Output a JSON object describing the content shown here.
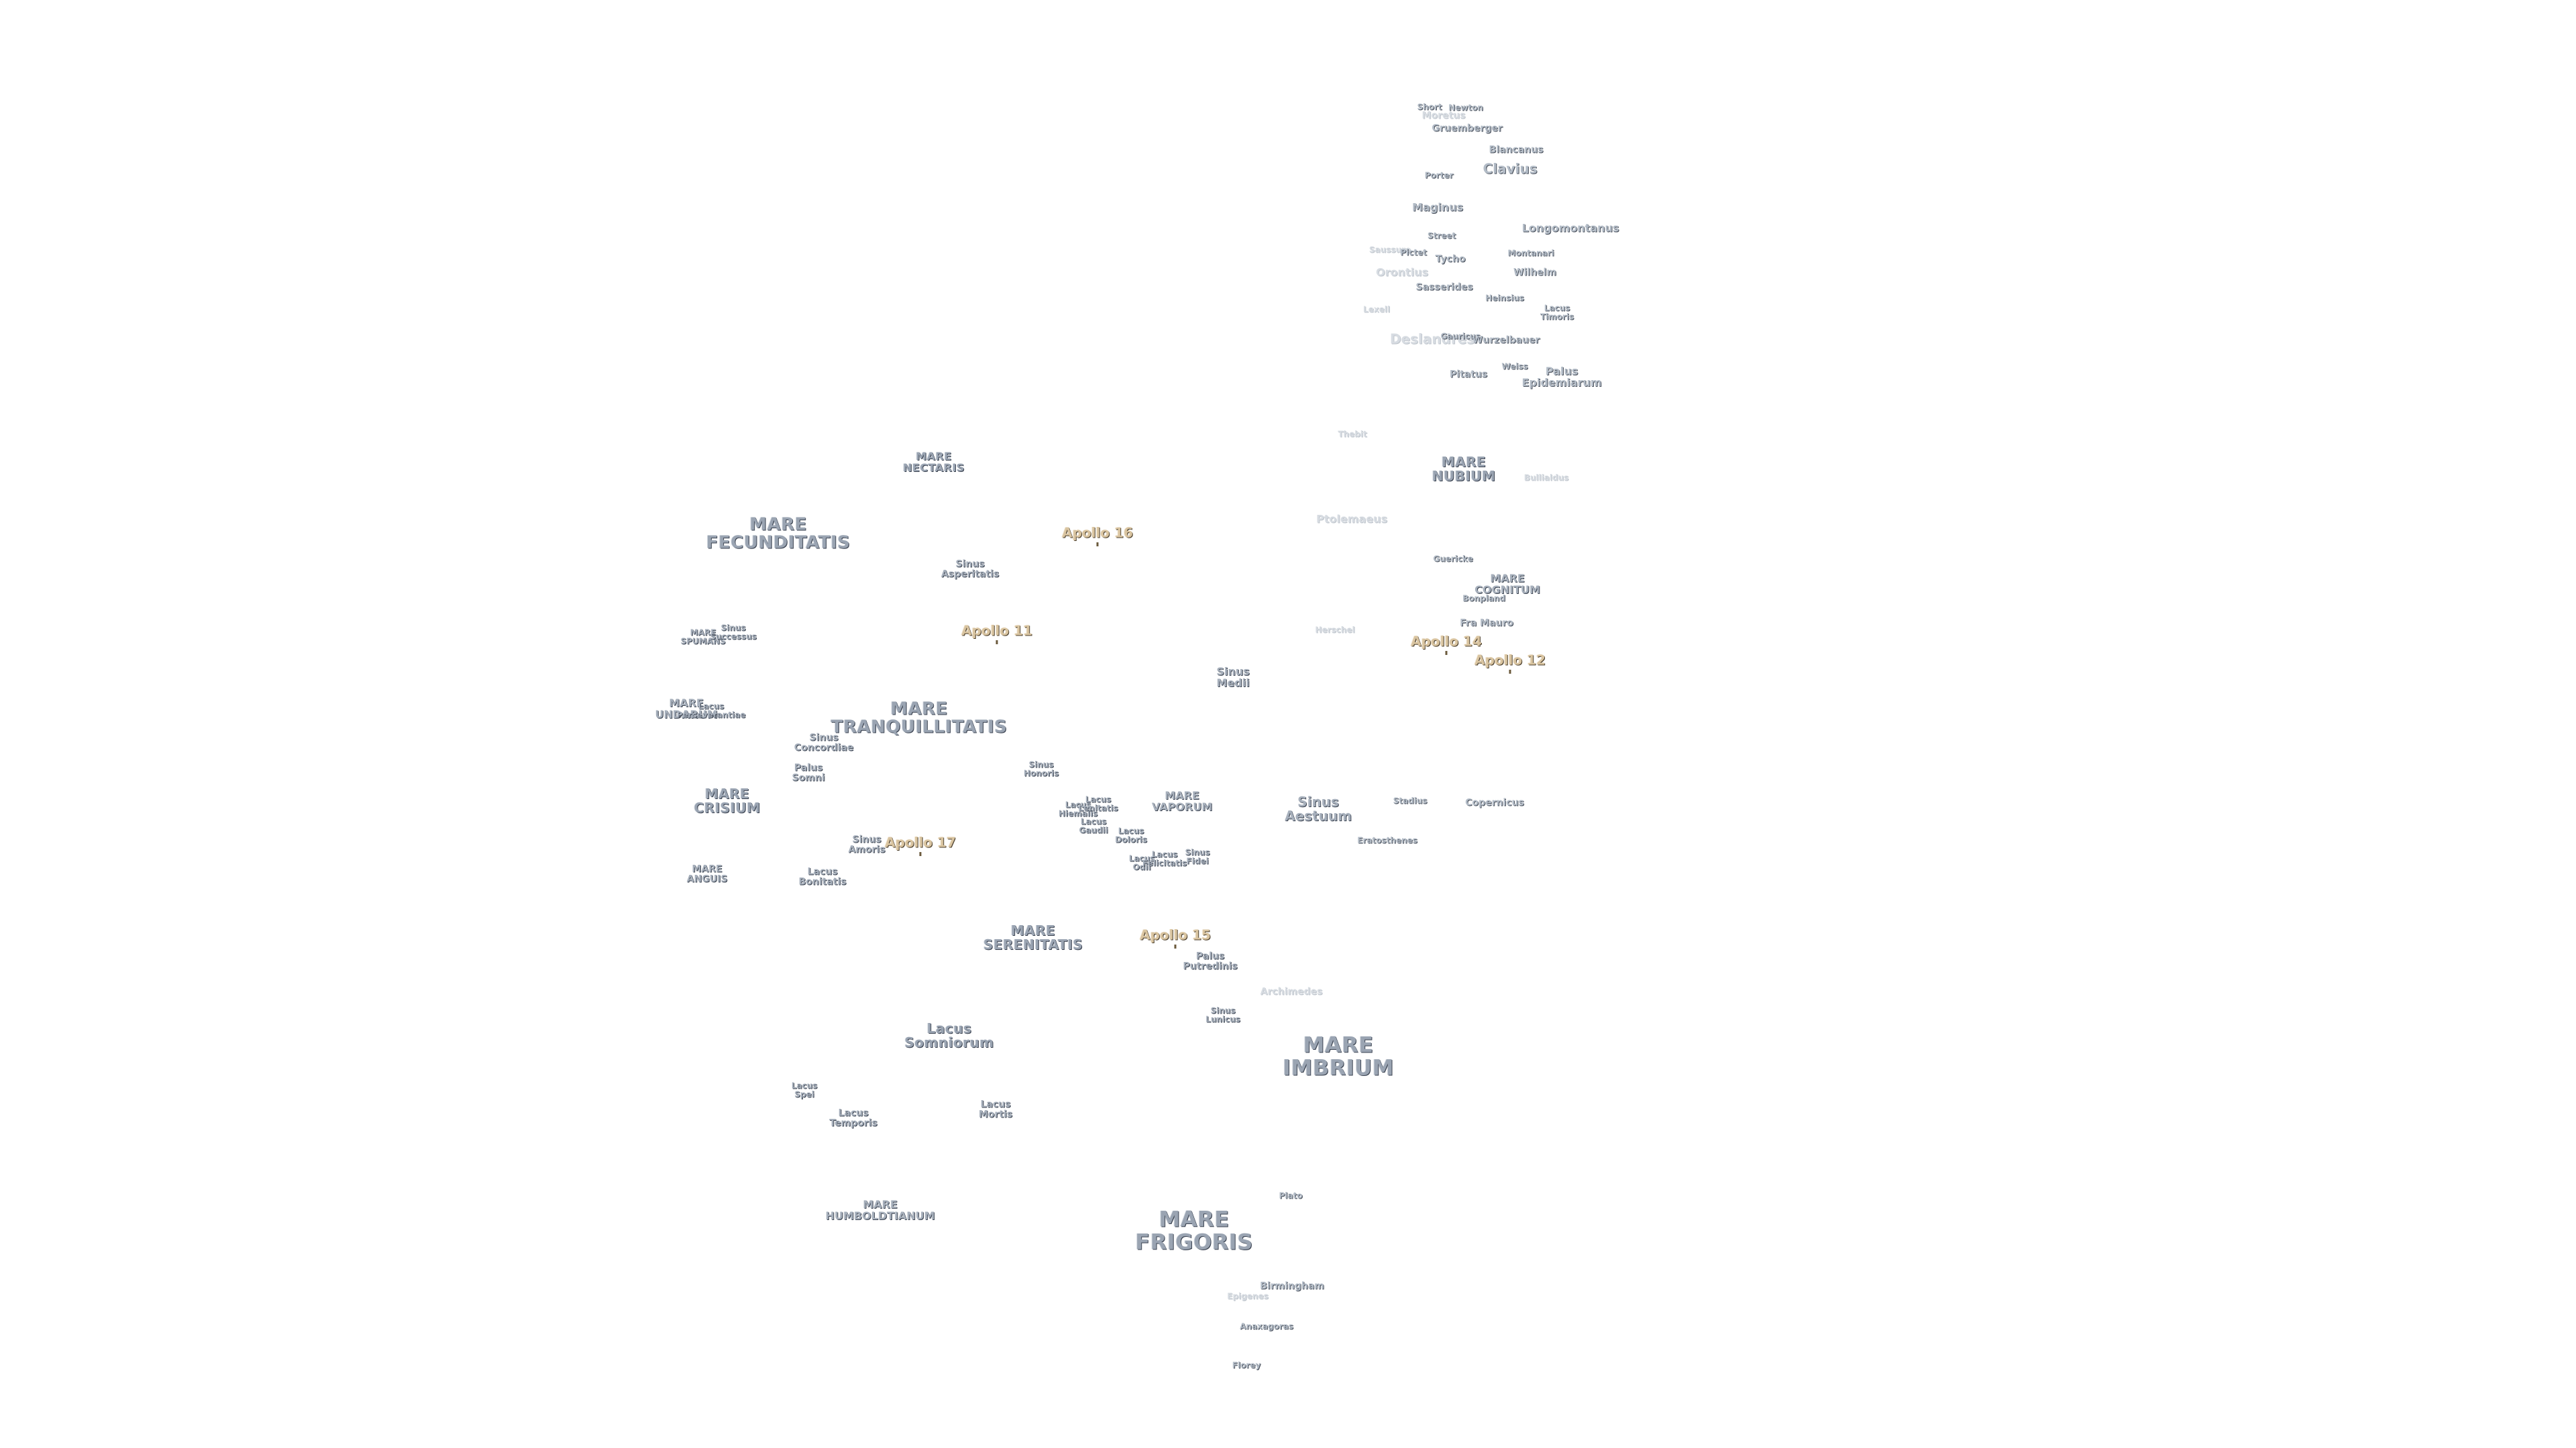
{
  "labels": [
    {
      "id": "mare-nectaris",
      "lines": [
        "MARE",
        "NECTARIS"
      ],
      "kind": "mare"
    },
    {
      "id": "mare-fecunditatis",
      "lines": [
        "MARE",
        "FECUNDITATIS"
      ],
      "kind": "mare"
    },
    {
      "id": "sinus-asperitatis",
      "lines": [
        "Sinus",
        "Asperitatis"
      ],
      "kind": "minor"
    },
    {
      "id": "mare-spumans",
      "lines": [
        "MARE",
        "SPUMANS"
      ],
      "kind": "minor"
    },
    {
      "id": "sinus-successus",
      "lines": [
        "Sinus",
        "Successus"
      ],
      "kind": "minor"
    },
    {
      "id": "mare-undarum",
      "lines": [
        "MARE",
        "UNDARUM"
      ],
      "kind": "minor"
    },
    {
      "id": "lacus-perseverantiae",
      "lines": [
        "Lacus",
        "Perseverantiae"
      ],
      "kind": "minor"
    },
    {
      "id": "mare-tranquillitatis",
      "lines": [
        "MARE",
        "TRANQUILLITATIS"
      ],
      "kind": "mare"
    },
    {
      "id": "sinus-concordiae",
      "lines": [
        "Sinus",
        "Concordiae"
      ],
      "kind": "minor"
    },
    {
      "id": "palus-somni",
      "lines": [
        "Palus",
        "Somni"
      ],
      "kind": "minor"
    },
    {
      "id": "mare-crisium",
      "lines": [
        "MARE",
        "CRISIUM"
      ],
      "kind": "mare"
    },
    {
      "id": "sinus-amoris",
      "lines": [
        "Sinus",
        "Amoris"
      ],
      "kind": "minor"
    },
    {
      "id": "mare-anguis",
      "lines": [
        "MARE",
        "ANGUIS"
      ],
      "kind": "minor"
    },
    {
      "id": "lacus-bonitatis",
      "lines": [
        "Lacus",
        "Bonitatis"
      ],
      "kind": "minor"
    },
    {
      "id": "sinus-honoris",
      "lines": [
        "Sinus",
        "Honoris"
      ],
      "kind": "minor"
    },
    {
      "id": "lacus-hiemalis",
      "lines": [
        "Lacus",
        "Hiemalis"
      ],
      "kind": "minor"
    },
    {
      "id": "lacus-lenitatis",
      "lines": [
        "Lacus",
        "Lenitatis"
      ],
      "kind": "minor"
    },
    {
      "id": "lacus-gaudii",
      "lines": [
        "Lacus",
        "Gaudii"
      ],
      "kind": "minor"
    },
    {
      "id": "lacus-doloris",
      "lines": [
        "Lacus",
        "Doloris"
      ],
      "kind": "minor"
    },
    {
      "id": "lacus-odii",
      "lines": [
        "Lacus",
        "Odii"
      ],
      "kind": "minor"
    },
    {
      "id": "lacus-felicitatis",
      "lines": [
        "Lacus",
        "Felicitatis"
      ],
      "kind": "minor"
    },
    {
      "id": "sinus-fidei",
      "lines": [
        "Sinus",
        "Fidei"
      ],
      "kind": "minor"
    },
    {
      "id": "mare-vaporum",
      "lines": [
        "MARE",
        "VAPORUM"
      ],
      "kind": "minor"
    },
    {
      "id": "sinus-medii",
      "lines": [
        "Sinus",
        "Medii"
      ],
      "kind": "minor"
    },
    {
      "id": "sinus-aestuum",
      "lines": [
        "Sinus",
        "Aestuum"
      ],
      "kind": "minor"
    },
    {
      "id": "mare-serenitatis",
      "lines": [
        "MARE",
        "SERENITATIS"
      ],
      "kind": "mare"
    },
    {
      "id": "palus-putredinis",
      "lines": [
        "Palus",
        "Putredinis"
      ],
      "kind": "minor"
    },
    {
      "id": "sinus-lunicus",
      "lines": [
        "Sinus",
        "Lunicus"
      ],
      "kind": "minor"
    },
    {
      "id": "lacus-somniorum",
      "lines": [
        "Lacus",
        "Somniorum"
      ],
      "kind": "mare"
    },
    {
      "id": "lacus-spei",
      "lines": [
        "Lacus",
        "Spei"
      ],
      "kind": "minor"
    },
    {
      "id": "lacus-temporis",
      "lines": [
        "Lacus",
        "Temporis"
      ],
      "kind": "minor"
    },
    {
      "id": "lacus-mortis",
      "lines": [
        "Lacus",
        "Mortis"
      ],
      "kind": "minor"
    },
    {
      "id": "mare-humboldtianum",
      "lines": [
        "MARE",
        "HUMBOLDTIANUM"
      ],
      "kind": "minor"
    },
    {
      "id": "mare-imbrium",
      "lines": [
        "MARE",
        "IMBRIUM"
      ],
      "kind": "mare"
    },
    {
      "id": "mare-frigoris",
      "lines": [
        "MARE",
        "FRIGORIS"
      ],
      "kind": "mare"
    },
    {
      "id": "mare-nubium",
      "lines": [
        "MARE",
        "NUBIUM"
      ],
      "kind": "mare"
    },
    {
      "id": "mare-cognitum",
      "lines": [
        "MARE",
        "COGNITUM"
      ],
      "kind": "minor"
    },
    {
      "id": "palus-epidemiarum",
      "lines": [
        "Palus",
        "Epidemiarum"
      ],
      "kind": "crater"
    },
    {
      "id": "lacus-timoris",
      "lines": [
        "Lacus",
        "Timoris"
      ],
      "kind": "crater"
    },
    {
      "id": "clavius",
      "lines": [
        "Clavius"
      ],
      "kind": "crater"
    },
    {
      "id": "newton",
      "lines": [
        "Newton"
      ],
      "kind": "crater"
    },
    {
      "id": "short",
      "lines": [
        "Short"
      ],
      "kind": "crater"
    },
    {
      "id": "moretus",
      "lines": [
        "Moretus"
      ],
      "kind": "faint"
    },
    {
      "id": "gruemberger",
      "lines": [
        "Gruemberger"
      ],
      "kind": "crater"
    },
    {
      "id": "blancanus",
      "lines": [
        "Blancanus"
      ],
      "kind": "crater"
    },
    {
      "id": "porter",
      "lines": [
        "Porter"
      ],
      "kind": "crater"
    },
    {
      "id": "maginus",
      "lines": [
        "Maginus"
      ],
      "kind": "crater"
    },
    {
      "id": "longomontanus",
      "lines": [
        "Longomontanus"
      ],
      "kind": "crater"
    },
    {
      "id": "street",
      "lines": [
        "Street"
      ],
      "kind": "crater"
    },
    {
      "id": "saussure",
      "lines": [
        "Saussure"
      ],
      "kind": "faint"
    },
    {
      "id": "pictet",
      "lines": [
        "Pictet"
      ],
      "kind": "crater"
    },
    {
      "id": "tycho",
      "lines": [
        "Tycho"
      ],
      "kind": "crater"
    },
    {
      "id": "montanari",
      "lines": [
        "Montanari"
      ],
      "kind": "crater"
    },
    {
      "id": "orontius",
      "lines": [
        "Orontius"
      ],
      "kind": "faint"
    },
    {
      "id": "wilhelm",
      "lines": [
        "Wilhelm"
      ],
      "kind": "crater"
    },
    {
      "id": "sasserides",
      "lines": [
        "Sasserides"
      ],
      "kind": "crater"
    },
    {
      "id": "heinsius",
      "lines": [
        "Heinsius"
      ],
      "kind": "crater"
    },
    {
      "id": "lexell",
      "lines": [
        "Lexell"
      ],
      "kind": "faint"
    },
    {
      "id": "deslandres",
      "lines": [
        "Deslandres"
      ],
      "kind": "faint"
    },
    {
      "id": "gauricus",
      "lines": [
        "Gauricus"
      ],
      "kind": "crater"
    },
    {
      "id": "wurzelbauer",
      "lines": [
        "Wurzelbauer"
      ],
      "kind": "crater"
    },
    {
      "id": "weiss",
      "lines": [
        "Weiss"
      ],
      "kind": "crater"
    },
    {
      "id": "pitatus",
      "lines": [
        "Pitatus"
      ],
      "kind": "crater"
    },
    {
      "id": "thebit",
      "lines": [
        "Thebit"
      ],
      "kind": "faint"
    },
    {
      "id": "bullialdus",
      "lines": [
        "Bullialdus"
      ],
      "kind": "faint"
    },
    {
      "id": "ptolemaeus",
      "lines": [
        "Ptolemaeus"
      ],
      "kind": "faint"
    },
    {
      "id": "guericke",
      "lines": [
        "Guericke"
      ],
      "kind": "crater"
    },
    {
      "id": "bonpland",
      "lines": [
        "Bonpland"
      ],
      "kind": "crater"
    },
    {
      "id": "fra-mauro",
      "lines": [
        "Fra Mauro"
      ],
      "kind": "crater"
    },
    {
      "id": "herschel",
      "lines": [
        "Herschel"
      ],
      "kind": "faint"
    },
    {
      "id": "stadius",
      "lines": [
        "Stadius"
      ],
      "kind": "crater"
    },
    {
      "id": "copernicus",
      "lines": [
        "Copernicus"
      ],
      "kind": "crater"
    },
    {
      "id": "eratosthenes",
      "lines": [
        "Eratosthenes"
      ],
      "kind": "crater"
    },
    {
      "id": "archimedes",
      "lines": [
        "Archimedes"
      ],
      "kind": "faint"
    },
    {
      "id": "plato",
      "lines": [
        "Plato"
      ],
      "kind": "crater"
    },
    {
      "id": "birmingham",
      "lines": [
        "Birmingham"
      ],
      "kind": "crater"
    },
    {
      "id": "epigenes",
      "lines": [
        "Epigenes"
      ],
      "kind": "faint"
    },
    {
      "id": "anaxagoras",
      "lines": [
        "Anaxagoras"
      ],
      "kind": "crater"
    },
    {
      "id": "florey",
      "lines": [
        "Florey"
      ],
      "kind": "crater"
    }
  ],
  "apollo": [
    {
      "id": "apollo-16",
      "label": "Apollo 16"
    },
    {
      "id": "apollo-11",
      "label": "Apollo 11"
    },
    {
      "id": "apollo-14",
      "label": "Apollo 14"
    },
    {
      "id": "apollo-12",
      "label": "Apollo 12"
    },
    {
      "id": "apollo-17",
      "label": "Apollo 17"
    },
    {
      "id": "apollo-15",
      "label": "Apollo 15"
    }
  ]
}
